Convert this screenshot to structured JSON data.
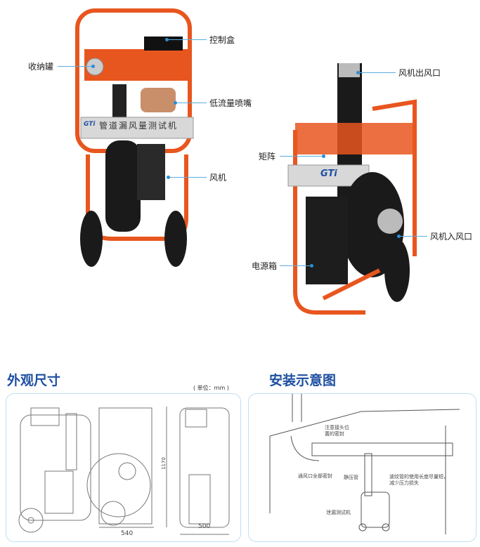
{
  "product_left": {
    "nameplate": "管道漏风量测试机",
    "logo": "GTi",
    "labels": {
      "control_box": "控制盒",
      "storage_tank": "收纳罐",
      "low_flow_nozzle": "低流量喷嘴",
      "fan": "风机"
    }
  },
  "product_right": {
    "logo": "GTi",
    "labels": {
      "fan_outlet": "风机出风口",
      "matrix": "矩阵",
      "fan_inlet": "风机入风口",
      "power_box": "电源箱"
    }
  },
  "dimensions": {
    "title": "外观尺寸",
    "unit": "( 单位：mm )",
    "width_side": "540",
    "width_front": "500",
    "height": "1170"
  },
  "installation": {
    "title": "安装示意图",
    "notes": {
      "joint_seal": "注意接头位置的密封",
      "vents_sealed": "通风口全部密封",
      "static_tube": "静压管",
      "bellows": "波纹管的使用长度尽量短，减少压力损失",
      "tester": "泄漏测试机"
    }
  },
  "colors": {
    "frame": "#e8561f",
    "accent": "#1e4fa0",
    "leader": "#2a8fd6"
  }
}
